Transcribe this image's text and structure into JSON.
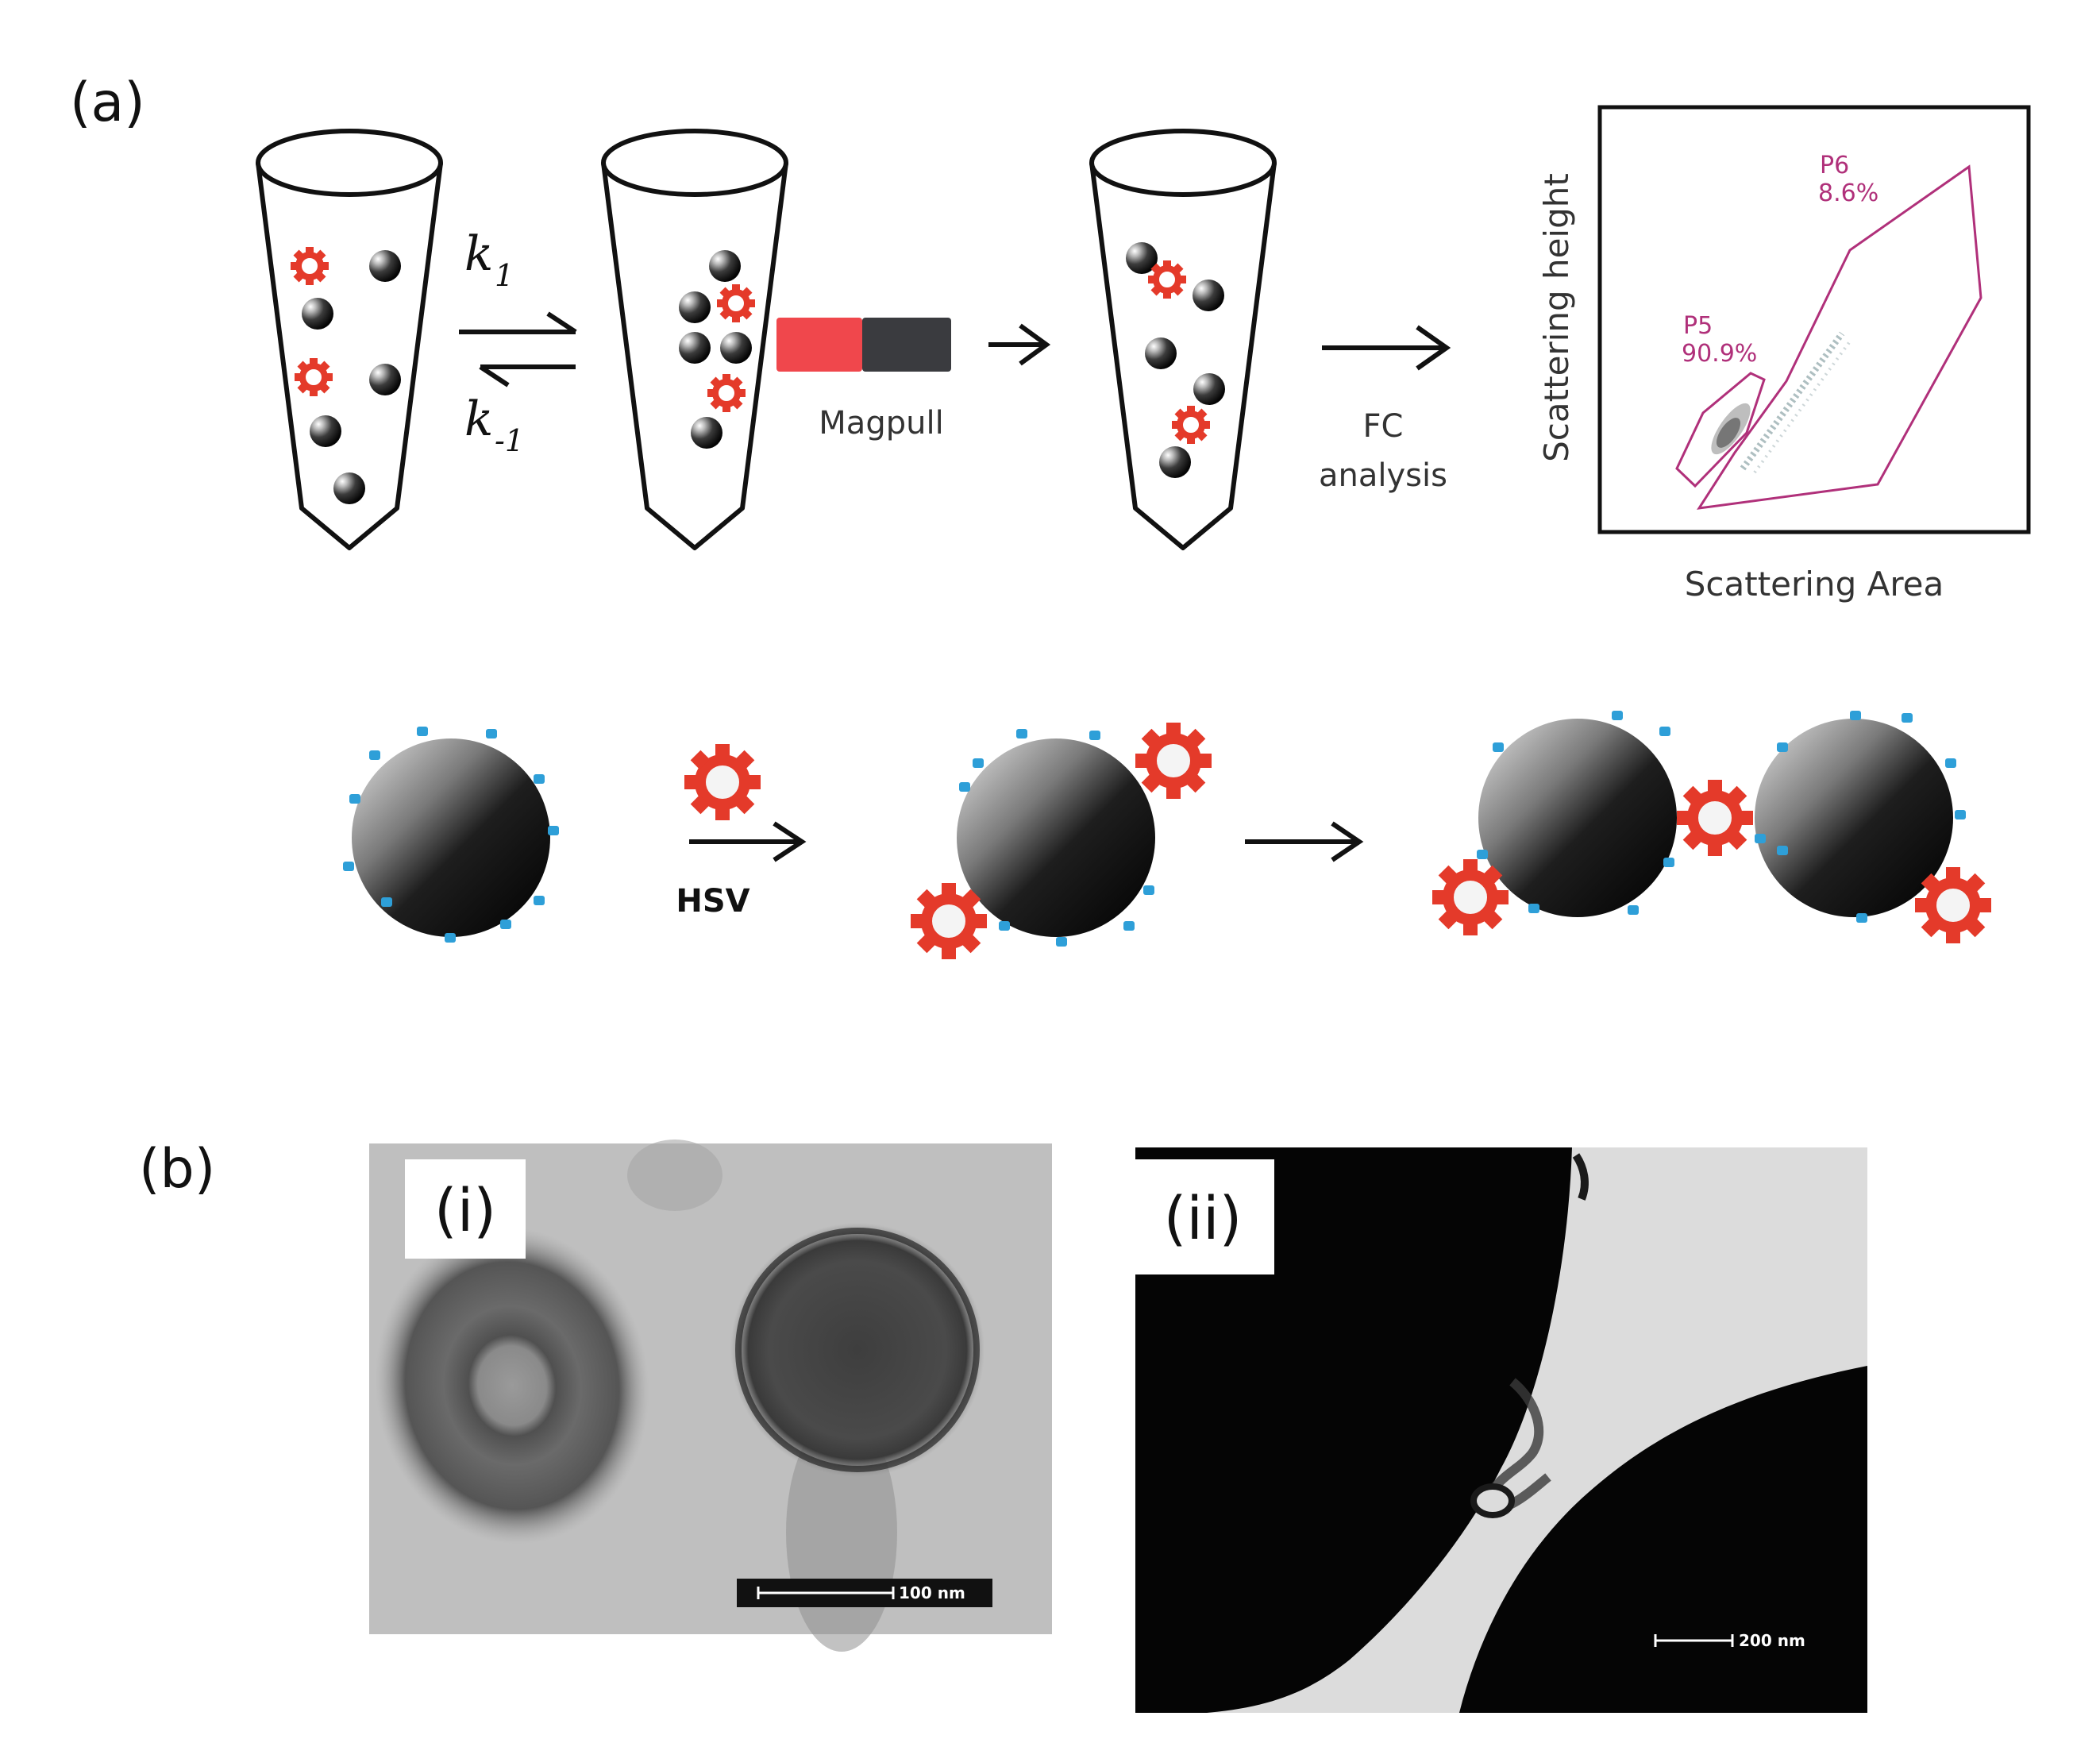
{
  "panels": {
    "a_label": "(a)",
    "b_label": "(b)"
  },
  "kinetics": {
    "forward_k": "k",
    "forward_sub": "1",
    "reverse_k": "k",
    "reverse_sub": "-1"
  },
  "magnet": {
    "label": "Magpull",
    "colors": {
      "north": "#f0474c",
      "south": "#3a3b3f"
    }
  },
  "fc_step": {
    "line1": "FC",
    "line2": "analysis"
  },
  "scatter_plot": {
    "xlabel": "Scattering Area",
    "ylabel": "Scattering height",
    "gates": [
      {
        "name": "P5",
        "percent": "90.9%"
      },
      {
        "name": "P6",
        "percent": "8.6%"
      }
    ],
    "gate_color": "#b0307a"
  },
  "binding_scheme": {
    "reagent_label": "HSV",
    "virus_color": "#e43a2a",
    "ligand_color": "#2e9fd8",
    "bead_color": "#111111"
  },
  "tem": {
    "i_label": "(i)",
    "ii_label": "(ii)",
    "i_scalebar": "100 nm",
    "ii_scalebar": "200 nm"
  }
}
